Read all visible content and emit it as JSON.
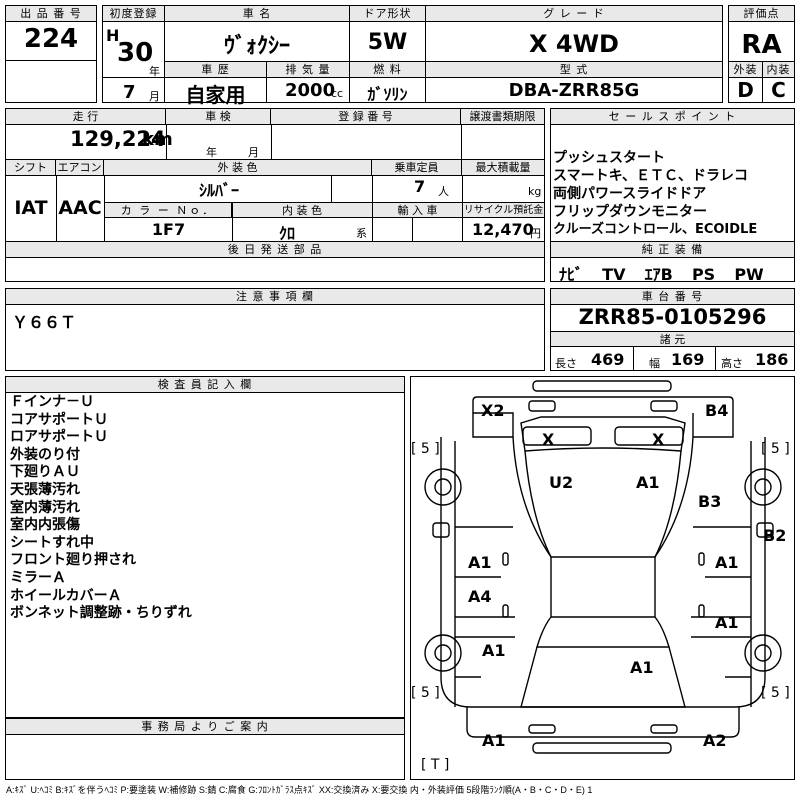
{
  "row1": {
    "lot_label": "出 品 番 号",
    "lot": "224",
    "first_reg_label": "初度登録",
    "era": "H",
    "year": "30",
    "year_unit": "年",
    "month": "7",
    "month_unit": "月",
    "name_label": "車  名",
    "name": "ｳﾞｫｸｼｰ",
    "doors_label": "ドア形状",
    "doors": "5W",
    "grade_label": "グ レ ー ド",
    "grade": "X  4WD",
    "score_label": "評価点",
    "score": "RA",
    "history_label": "車  歴",
    "history": "自家用",
    "displacement_label": "排 気 量",
    "displacement": "2000",
    "displacement_unit": "cc",
    "fuel_label": "燃  料",
    "fuel": "ｶﾞｿﾘﾝ",
    "model_label": "型  式",
    "model": "DBA-ZRR85G",
    "ext_label": "外装",
    "ext": "D",
    "int_label": "内装",
    "int": "C"
  },
  "row2": {
    "mileage_label": "走  行",
    "mileage": "129,224",
    "mileage_unit": "km",
    "inspection_label": "車  検",
    "insp_year_unit": "年",
    "insp_month_unit": "月",
    "regno_label": "登 録 番 号",
    "transfer_label": "譲渡書類期限",
    "shift_label": "シフト",
    "shift": "IAT",
    "ac_label": "エアコン",
    "ac": "AAC",
    "color_label": "外 装 色",
    "color": "ｼﾙﾊﾞｰ",
    "capacity_label": "乗車定員",
    "capacity": "7",
    "capacity_unit": "人",
    "maxload_label": "最大積載量",
    "maxload_unit": "kg",
    "colorno_label": "カ ラ ー Ｎｏ．",
    "colorno": "1F7",
    "interior_label": "内 装 色",
    "interior": "ｸﾛ",
    "interior_unit": "系",
    "import_label": "輸 入 車",
    "recycle_label": "リサイクル預託金",
    "recycle": "12,470",
    "recycle_unit": "円"
  },
  "sales": {
    "label": "セ ー ル ス ポ イ ン ト",
    "lines": [
      "プッシュスタート",
      "スマートキ、ＥＴＣ、ドラレコ",
      "両側パワースライドドア",
      "フリップダウンモニター",
      "クルーズコントロール、ECOIDLE"
    ]
  },
  "later_parts_label": "後 日 発 送 部 品",
  "equipment": {
    "label": "純 正 装 備",
    "items": [
      "ﾅﾋﾞ",
      "TV",
      "ｴｱB",
      "PS",
      "PW"
    ]
  },
  "notes": {
    "label": "注 意 事 項 欄",
    "text": "Ｙ６６Ｔ"
  },
  "chassis": {
    "label": "車 台 番 号",
    "number": "ZRR85-0105296",
    "spec_label": "諸 元",
    "length_label": "長さ",
    "length": "469",
    "width_label": "幅",
    "width": "169",
    "height_label": "高さ",
    "height": "186"
  },
  "inspector": {
    "label": "検 査 員 記 入 欄",
    "lines": [
      "Ｆインナ－Ｕ",
      "コアサポートＵ",
      "ロアサポートＵ",
      "外装のり付",
      "下廻りＡＵ",
      "天張薄汚れ",
      "室内薄汚れ",
      "室内内張傷",
      "シートすれ中",
      "フロント廻り押され",
      "ミラーＡ",
      "ホイールカバーＡ",
      "ボンネット調整跡・ちりずれ"
    ]
  },
  "diagram": {
    "marks": [
      {
        "text": "X2"
      },
      {
        "text": "B4"
      },
      {
        "text": "X"
      },
      {
        "text": "X"
      },
      {
        "text": "U2"
      },
      {
        "text": "A1"
      },
      {
        "text": "B3"
      },
      {
        "text": "B2"
      },
      {
        "text": "A1"
      },
      {
        "text": "A1"
      },
      {
        "text": "A4"
      },
      {
        "text": "A1"
      },
      {
        "text": "A1"
      },
      {
        "text": "A1"
      },
      {
        "text": "A1"
      },
      {
        "text": "A2"
      }
    ],
    "tires": [
      "[ 5 ]",
      "[ 5 ]",
      "[ 5 ]",
      "[ 5 ]",
      "[ T ]"
    ]
  },
  "office": {
    "label": "事 務 局 よ り ご 案 内"
  },
  "legend": "A:ｷｽﾞ  U:ﾍｺﾐ  B:ｷｽﾞを伴うﾍｺﾐ  P:要塗装  W:補修跡  S:錆  C:腐食  G:ﾌﾛﾝﾄｶﾞﾗｽ点ｷｽﾞ  XX:交換済み  X:要交換   内・外装評価  5段階ﾗﾝｸ順(A・B・C・D・E) 1",
  "colors": {
    "header_bg": "#e9e9e9",
    "line": "#000000"
  }
}
